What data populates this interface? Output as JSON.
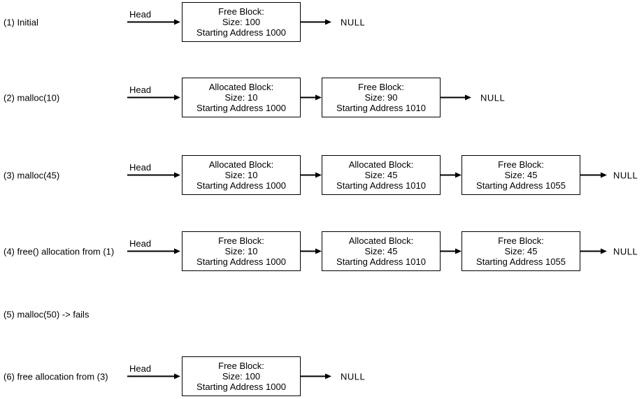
{
  "palette": {
    "background": "#ffffff",
    "stroke": "#000000",
    "text": "#000000"
  },
  "rows": [
    {
      "label": "(1) Initial",
      "head_label": "Head",
      "null_label": "NULL",
      "blocks": [
        {
          "title": "Free Block:",
          "size": "Size: 100",
          "address": "Starting Address 1000"
        }
      ]
    },
    {
      "label": "(2) malloc(10)",
      "head_label": "Head",
      "null_label": "NULL",
      "blocks": [
        {
          "title": "Allocated Block:",
          "size": "Size: 10",
          "address": "Starting Address 1000"
        },
        {
          "title": "Free Block:",
          "size": "Size: 90",
          "address": "Starting Address 1010"
        }
      ]
    },
    {
      "label": "(3) malloc(45)",
      "head_label": "Head",
      "null_label": "NULL",
      "blocks": [
        {
          "title": "Allocated Block:",
          "size": "Size: 10",
          "address": "Starting Address 1000"
        },
        {
          "title": "Allocated Block:",
          "size": "Size: 45",
          "address": "Starting Address 1010"
        },
        {
          "title": "Free Block:",
          "size": "Size: 45",
          "address": "Starting Address 1055"
        }
      ]
    },
    {
      "label": "(4) free() allocation from (1)",
      "head_label": "Head",
      "null_label": "NULL",
      "blocks": [
        {
          "title": "Free Block:",
          "size": "Size: 10",
          "address": "Starting Address 1000"
        },
        {
          "title": "Allocated Block:",
          "size": "Size: 45",
          "address": "Starting Address 1010"
        },
        {
          "title": "Free Block:",
          "size": "Size: 45",
          "address": "Starting Address 1055"
        }
      ]
    },
    {
      "label": "(5) malloc(50) -> fails",
      "blocks": []
    },
    {
      "label": "(6) free allocation from (3)",
      "head_label": "Head",
      "null_label": "NULL",
      "blocks": [
        {
          "title": "Free Block:",
          "size": "Size: 100",
          "address": "Starting Address 1000"
        }
      ]
    }
  ]
}
